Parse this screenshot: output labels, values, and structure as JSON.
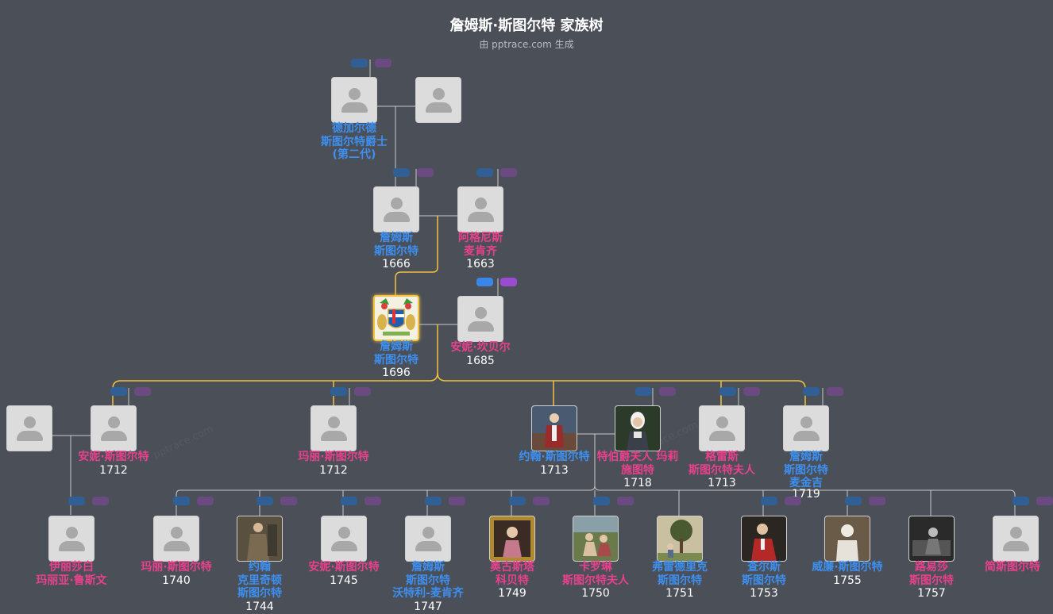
{
  "header": {
    "title": "詹姆斯·斯图尔特 家族树",
    "subtitle": "由 pptrace.com 生成"
  },
  "watermark": "pptrace.com",
  "colors": {
    "background": "#4a4f58",
    "male": "#3d8ff0",
    "female": "#e8418c",
    "selected_border": "#f2c13d",
    "link_line": "#f2c13d"
  },
  "people": [
    {
      "id": "p1",
      "gender": "m",
      "lines": [
        "德加尔德",
        "斯图尔特爵士",
        "(第二代)"
      ],
      "year": "",
      "photo": "none",
      "pills": true
    },
    {
      "id": "p2",
      "gender": "f",
      "lines": [],
      "year": "",
      "photo": "none",
      "pills": false
    },
    {
      "id": "p3",
      "gender": "m",
      "lines": [
        "詹姆斯",
        "斯图尔特"
      ],
      "year": "1666",
      "photo": "none",
      "pills": true
    },
    {
      "id": "p4",
      "gender": "f",
      "lines": [
        "阿格尼斯",
        "麦肯齐"
      ],
      "year": "1663",
      "photo": "none",
      "pills": true
    },
    {
      "id": "p5",
      "gender": "m",
      "lines": [
        "詹姆斯",
        "斯图尔特"
      ],
      "year": "1696",
      "photo": "coat-of-arms",
      "selected": true,
      "pills": false
    },
    {
      "id": "p6",
      "gender": "f",
      "lines": [
        "安妮·坎贝尔"
      ],
      "year": "1685",
      "photo": "none",
      "pills": true,
      "pills_hi": true
    },
    {
      "id": "p7",
      "gender": "m",
      "lines": [],
      "year": "",
      "photo": "none",
      "pills": false
    },
    {
      "id": "p8",
      "gender": "f",
      "lines": [
        "安妮·斯图尔特"
      ],
      "year": "1712",
      "photo": "none",
      "pills": true
    },
    {
      "id": "p9",
      "gender": "f",
      "lines": [
        "玛丽·斯图尔特"
      ],
      "year": "1712",
      "photo": "none",
      "pills": true
    },
    {
      "id": "p10",
      "gender": "m",
      "lines": [
        "约翰·斯图尔特"
      ],
      "year": "1713",
      "photo": "portrait-officer",
      "pills": false
    },
    {
      "id": "p11",
      "gender": "f",
      "lines": [
        "特伯爵夫人 玛莉",
        "施图特"
      ],
      "year": "1718",
      "photo": "portrait-lady",
      "pills": true
    },
    {
      "id": "p12",
      "gender": "f",
      "lines": [
        "格雷斯",
        "斯图尔特夫人"
      ],
      "year": "1713",
      "photo": "none",
      "pills": true
    },
    {
      "id": "p13",
      "gender": "m",
      "lines": [
        "詹姆斯",
        "斯图尔特",
        "麦金吉"
      ],
      "year": "1719",
      "photo": "none",
      "pills": true
    },
    {
      "id": "p14",
      "gender": "f",
      "lines": [
        "伊丽莎白",
        "玛丽亚·鲁斯文"
      ],
      "year": "",
      "photo": "none",
      "pills": true
    },
    {
      "id": "p15",
      "gender": "f",
      "lines": [
        "玛丽·斯图尔特"
      ],
      "year": "1740",
      "photo": "none",
      "pills": true
    },
    {
      "id": "p16",
      "gender": "m",
      "lines": [
        "约翰",
        "克里奇顿",
        "斯图尔特"
      ],
      "year": "1744",
      "photo": "portrait-dark",
      "pills": true
    },
    {
      "id": "p17",
      "gender": "f",
      "lines": [
        "安妮·斯图尔特"
      ],
      "year": "1745",
      "photo": "none",
      "pills": true
    },
    {
      "id": "p18",
      "gender": "m",
      "lines": [
        "詹姆斯",
        "斯图尔特",
        "沃特利-麦肯齐"
      ],
      "year": "1747",
      "photo": "none",
      "pills": true
    },
    {
      "id": "p19",
      "gender": "f",
      "lines": [
        "奥古斯塔",
        "科贝特"
      ],
      "year": "1749",
      "photo": "portrait-frame",
      "pills": true
    },
    {
      "id": "p20",
      "gender": "f",
      "lines": [
        "卡罗琳",
        "斯图尔特夫人"
      ],
      "year": "1750",
      "photo": "portrait-garden",
      "pills": true
    },
    {
      "id": "p21",
      "gender": "m",
      "lines": [
        "弗雷德里克",
        "斯图尔特"
      ],
      "year": "1751",
      "photo": "portrait-tree",
      "pills": false
    },
    {
      "id": "p22",
      "gender": "m",
      "lines": [
        "查尔斯",
        "斯图尔特"
      ],
      "year": "1753",
      "photo": "portrait-red",
      "pills": true
    },
    {
      "id": "p23",
      "gender": "m",
      "lines": [
        "威廉·斯图尔特"
      ],
      "year": "1755",
      "photo": "portrait-statue",
      "pills": true
    },
    {
      "id": "p24",
      "gender": "f",
      "lines": [
        "路易莎",
        "斯图尔特"
      ],
      "year": "1757",
      "photo": "portrait-bw",
      "pills": false
    },
    {
      "id": "p25",
      "gender": "f",
      "lines": [
        "简斯图尔特"
      ],
      "year": "",
      "photo": "none",
      "pills": true
    }
  ]
}
